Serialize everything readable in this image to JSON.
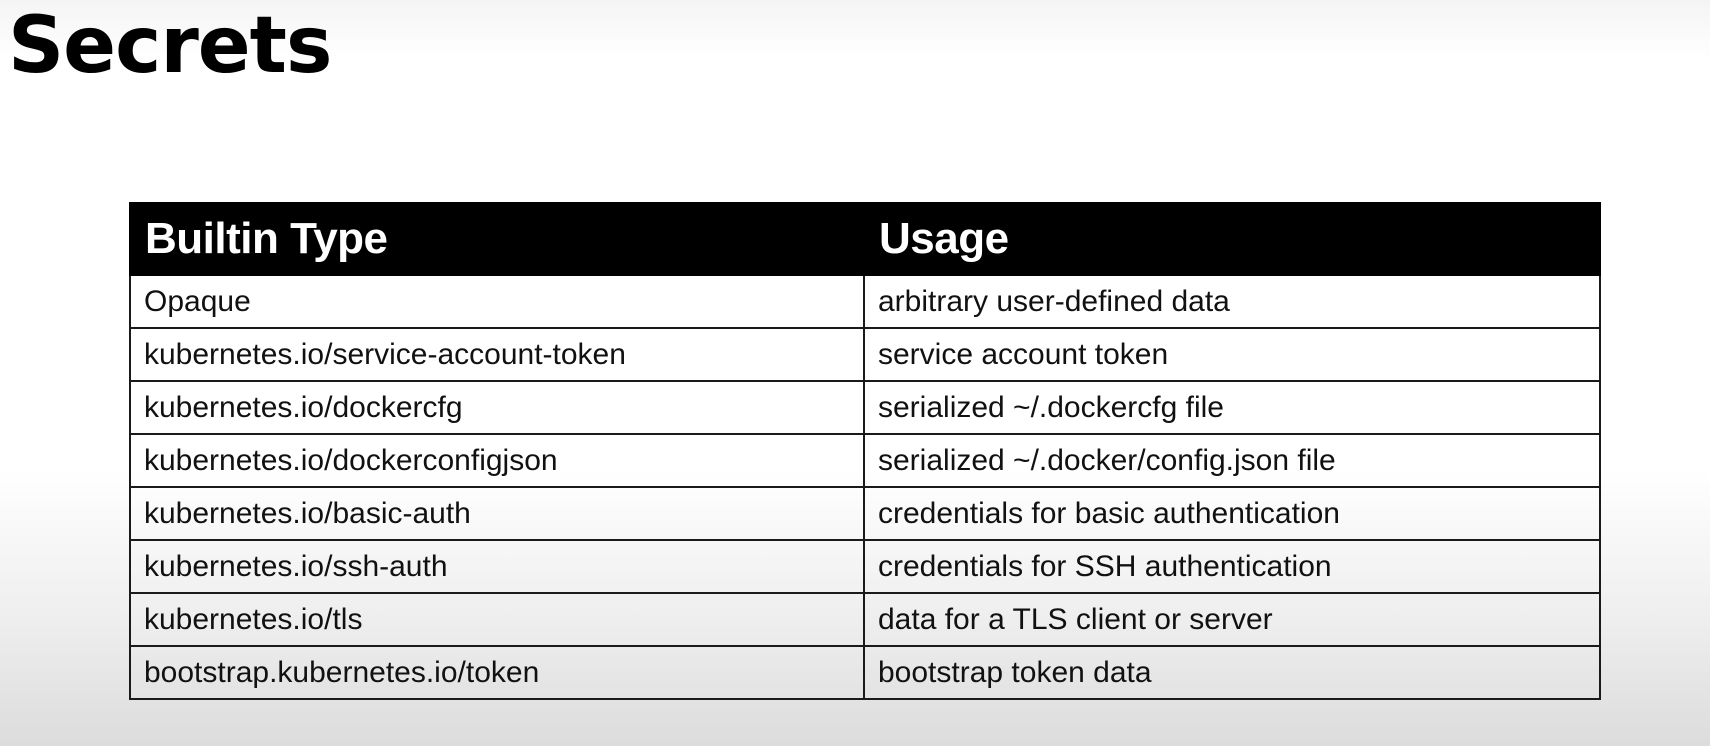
{
  "title": "Secrets",
  "table": {
    "headers": [
      "Builtin Type",
      "Usage"
    ],
    "rows": [
      [
        "Opaque",
        "arbitrary user-defined data"
      ],
      [
        "kubernetes.io/service-account-token",
        "service account token"
      ],
      [
        "kubernetes.io/dockercfg",
        "serialized ~/.dockercfg file"
      ],
      [
        "kubernetes.io/dockerconfigjson",
        "serialized ~/.docker/config.json file"
      ],
      [
        "kubernetes.io/basic-auth",
        "credentials for basic authentication"
      ],
      [
        "kubernetes.io/ssh-auth",
        "credentials for SSH authentication"
      ],
      [
        "kubernetes.io/tls",
        "data for a TLS client or server"
      ],
      [
        "bootstrap.kubernetes.io/token",
        "bootstrap token data"
      ]
    ]
  }
}
